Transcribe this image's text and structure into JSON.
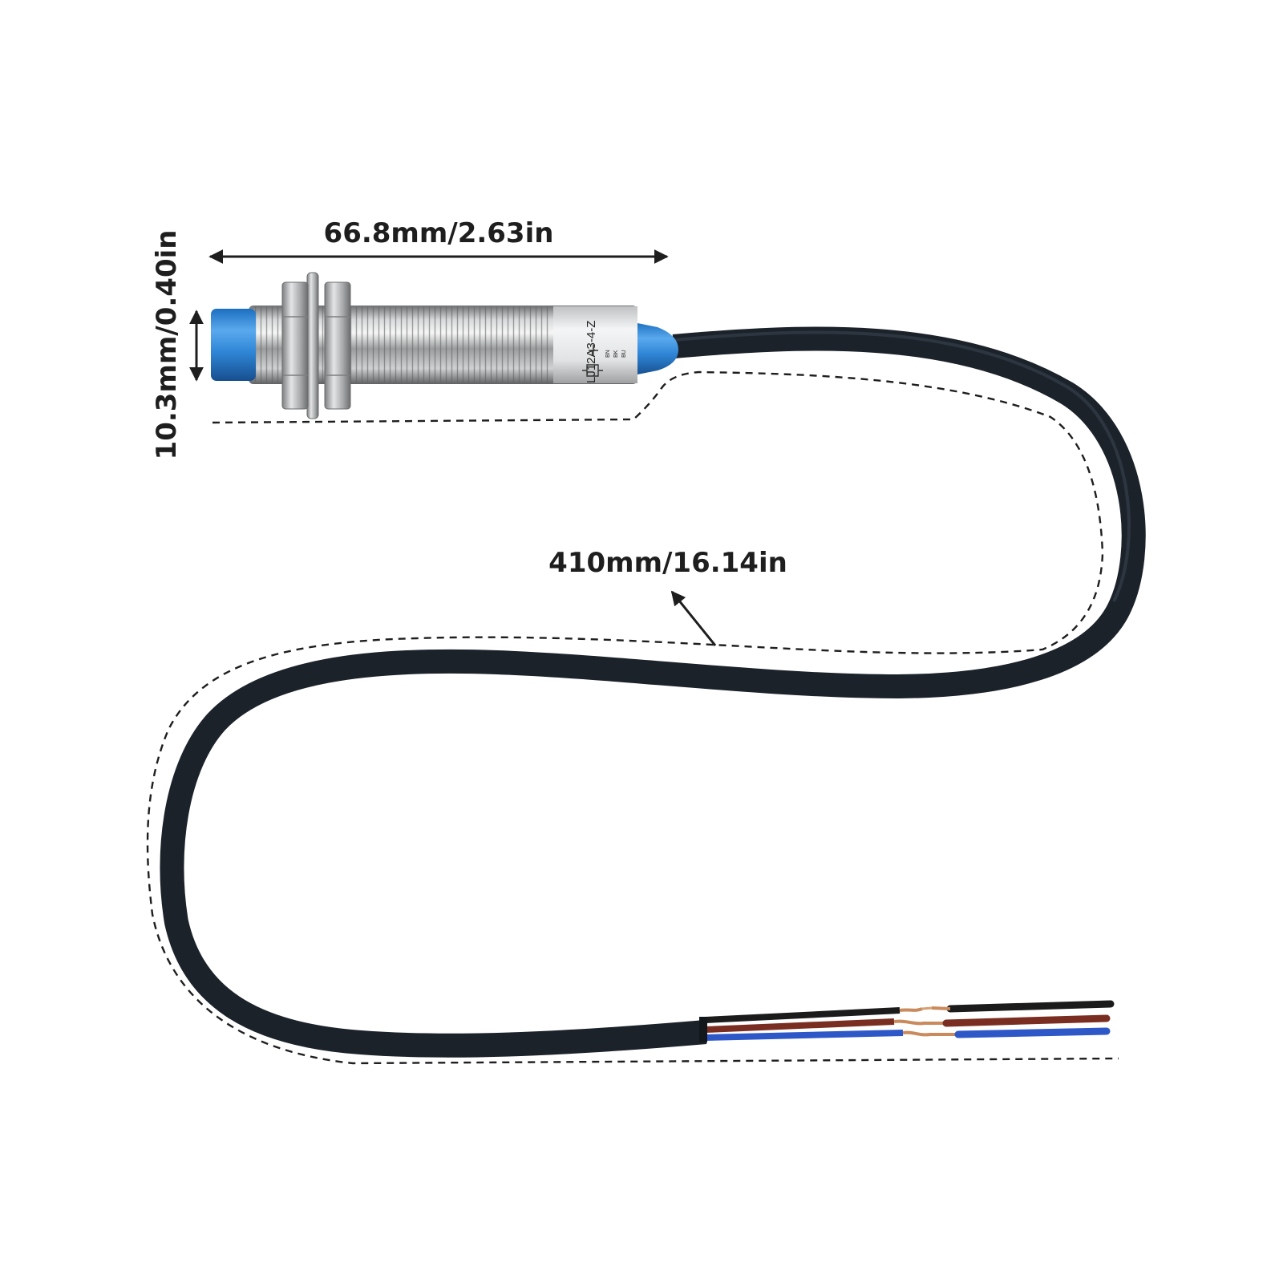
{
  "dimensions": {
    "length": "66.8mm/2.63in",
    "diameter": "10.3mm/0.40in",
    "cable_length": "410mm/16.14in"
  },
  "sensor": {
    "model": "LJ12A3-4-Z",
    "wire_labels": [
      "BN",
      "BK",
      "BU"
    ]
  },
  "colors": {
    "cap_blue": "#2f86d6",
    "cable_black": "#1b222a",
    "wire_brown": "#7a2e22",
    "wire_blue": "#2e57c8",
    "copper": "#c98a5c",
    "dimension_line": "#1e1e1e"
  }
}
